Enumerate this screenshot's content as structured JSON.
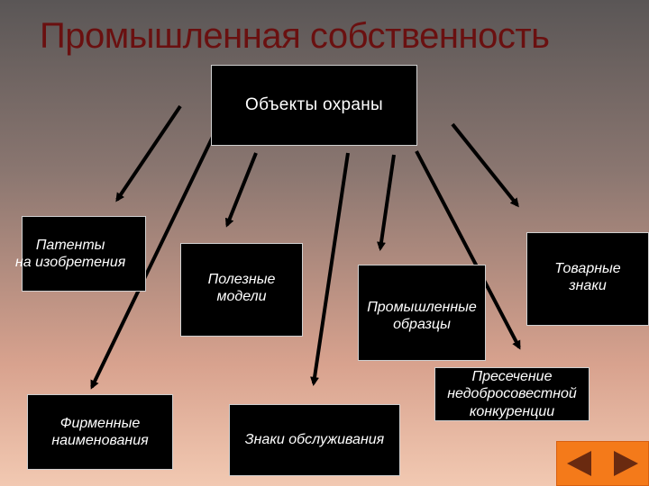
{
  "title": "Промышленная собственность",
  "root": {
    "label": "Объекты охраны"
  },
  "nodes": {
    "patents": "Патенты\nна изобретения",
    "utility_models": "Полезные\nмодели",
    "industrial_designs": "Промышленные\nобразцы",
    "trademarks": "Товарные\nзнаки",
    "unfair_competition": "Пресечение\nнедобросовестной\nконкуренции",
    "trade_names": "Фирменные\nнаименования",
    "service_marks": "Знаки обслуживания"
  },
  "nav": {
    "prev_icon": "triangle-left-icon",
    "next_icon": "triangle-right-icon"
  },
  "colors": {
    "title": "#6a1010",
    "box_bg": "#000000",
    "nav_bg": "#f47a1a",
    "arrow": "#000000"
  }
}
